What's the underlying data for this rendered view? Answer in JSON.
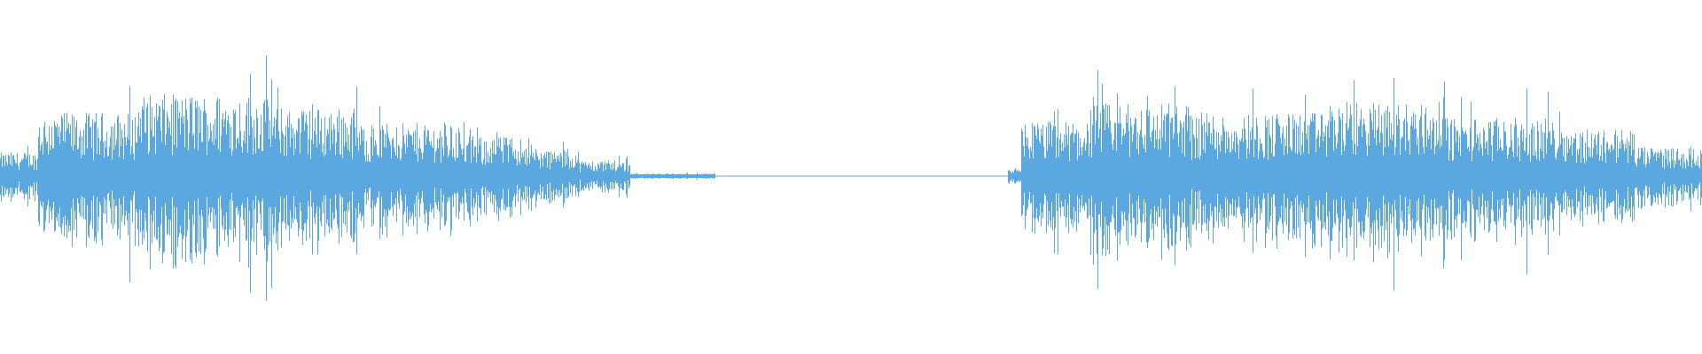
{
  "waveform": {
    "color": "#5BA8E0",
    "background": "#ffffff",
    "description_segments": [
      {
        "from": 0.0,
        "to": 0.022,
        "level": 0.18
      },
      {
        "from": 0.022,
        "to": 0.08,
        "level": 0.48
      },
      {
        "from": 0.08,
        "to": 0.16,
        "level": 0.62
      },
      {
        "from": 0.16,
        "to": 0.21,
        "level": 0.52
      },
      {
        "from": 0.21,
        "to": 0.27,
        "level": 0.4
      },
      {
        "from": 0.27,
        "to": 0.31,
        "level": 0.3
      },
      {
        "from": 0.31,
        "to": 0.34,
        "level": 0.2
      },
      {
        "from": 0.34,
        "to": 0.37,
        "level": 0.12
      },
      {
        "from": 0.37,
        "to": 0.42,
        "level": 0.02
      },
      {
        "from": 0.42,
        "to": 0.592,
        "level": 0.0
      },
      {
        "from": 0.592,
        "to": 0.6,
        "level": 0.05
      },
      {
        "from": 0.6,
        "to": 0.64,
        "level": 0.42
      },
      {
        "from": 0.64,
        "to": 0.7,
        "level": 0.55
      },
      {
        "from": 0.7,
        "to": 0.78,
        "level": 0.48
      },
      {
        "from": 0.78,
        "to": 0.85,
        "level": 0.56
      },
      {
        "from": 0.85,
        "to": 0.92,
        "level": 0.44
      },
      {
        "from": 0.92,
        "to": 0.96,
        "level": 0.36
      },
      {
        "from": 0.96,
        "to": 1.0,
        "level": 0.22
      }
    ]
  }
}
